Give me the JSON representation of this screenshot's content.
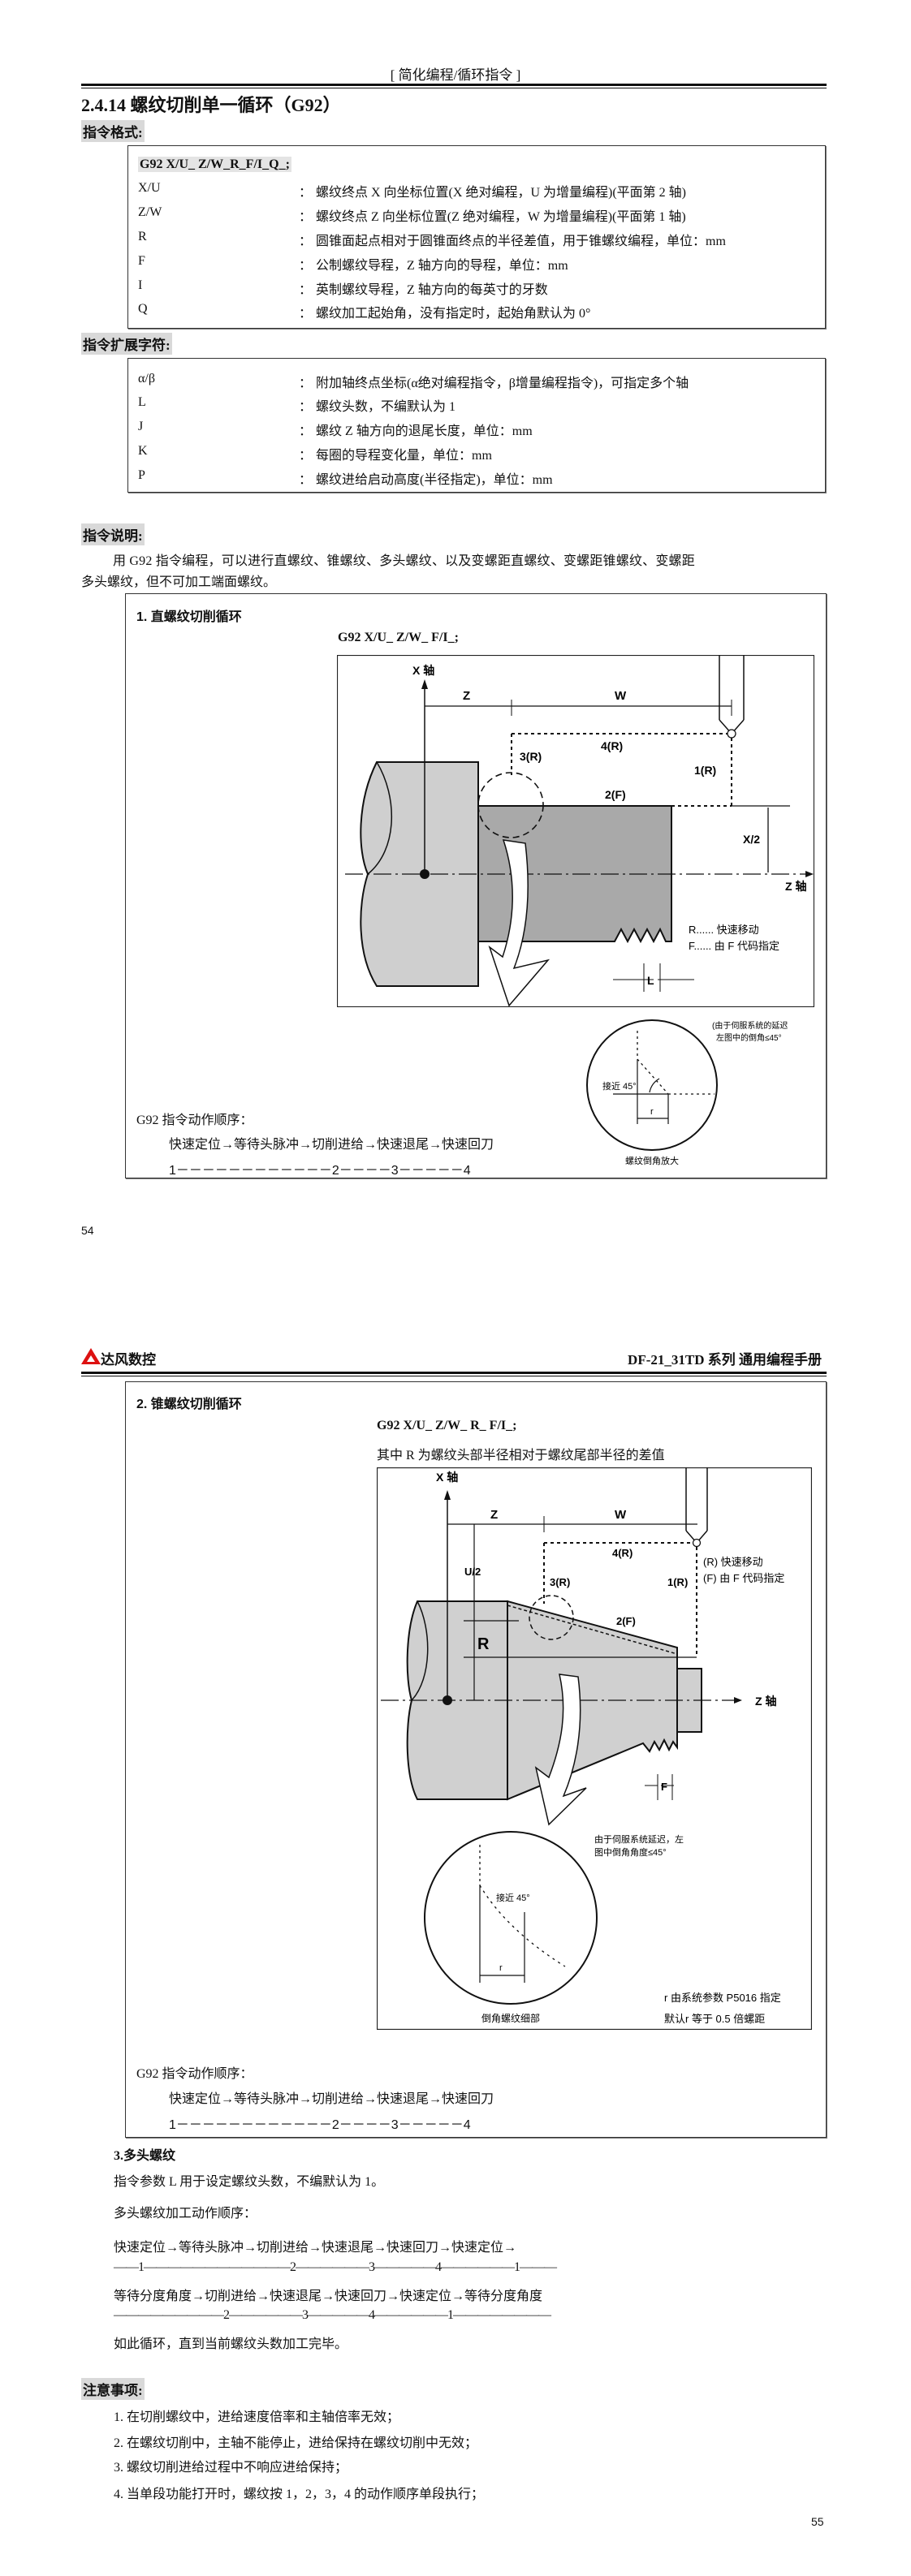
{
  "page1": {
    "header": "[ 简化编程/循环指令 ]",
    "title": "2.4.14 螺纹切削单一循环（G92）",
    "format_label": "指令格式:",
    "format": {
      "command": "G92   X/U_ Z/W_R_F/I_Q_;",
      "rows": [
        {
          "key": "X/U",
          "desc": "螺纹终点 X 向坐标位置(X 绝对编程，U 为增量编程)(平面第 2 轴)"
        },
        {
          "key": "Z/W",
          "desc": "螺纹终点 Z 向坐标位置(Z 绝对编程，W 为增量编程)(平面第 1 轴)"
        },
        {
          "key": "R",
          "desc": "圆锥面起点相对于圆锥面终点的半径差值，用于锥螺纹编程，单位：mm"
        },
        {
          "key": "F",
          "desc": "公制螺纹导程，Z 轴方向的导程，单位：mm"
        },
        {
          "key": "I",
          "desc": "英制螺纹导程，Z 轴方向的每英寸的牙数"
        },
        {
          "key": "Q",
          "desc": "螺纹加工起始角，没有指定时，起始角默认为 0°"
        }
      ]
    },
    "ext_label": "指令扩展字符:",
    "ext": {
      "rows": [
        {
          "key": "α/β",
          "desc": "附加轴终点坐标(α绝对编程指令，β增量编程指令)，可指定多个轴"
        },
        {
          "key": "L",
          "desc": "螺纹头数，不编默认为 1"
        },
        {
          "key": "J",
          "desc": "螺纹 Z 轴方向的退尾长度，单位：mm"
        },
        {
          "key": "K",
          "desc": "每圈的导程变化量，单位：mm"
        },
        {
          "key": "P",
          "desc": "螺纹进给启动高度(半径指定)，单位：mm"
        }
      ]
    },
    "colon": "：",
    "desc_label": "指令说明:",
    "desc_line1": "用 G92 指令编程，可以进行直螺纹、锥螺纹、多头螺纹、以及变螺距直螺纹、变螺距锥螺纹、变螺距",
    "desc_line2": "多头螺纹，但不可加工端面螺纹。",
    "section1": {
      "heading": "1.  直螺纹切削循环",
      "formula": "G92 X/U_ Z/W_ F/I_;",
      "diagram": {
        "x_axis": "X 轴",
        "z_axis": "Z 轴",
        "z": "Z",
        "w": "W",
        "p1": "1(R)",
        "p2": "2(F)",
        "p3": "3(R)",
        "p4": "4(R)",
        "x2": "X/2",
        "lead": "L",
        "legend_r": "R...... 快速移动",
        "legend_f": "F...... 由 F 代码指定"
      },
      "detail": {
        "note1": "(由于伺服系统的延迟",
        "note2": "左图中的倒角≤45°",
        "angle": "接近 45°",
        "r": "r",
        "caption": "螺纹倒角放大"
      },
      "seq_title": "G92 指令动作顺序：",
      "seq": "快速定位→等待头脉冲→切削进给→快速退尾→快速回刀",
      "seq_nums": "1－－－－－－－－－－－－2－－－－3－－－－－4"
    },
    "page_number": "54"
  },
  "page2": {
    "logo": "达风数控",
    "manual_title": "DF-21_31TD 系列  通用编程手册",
    "section2": {
      "heading": "2.  锥螺纹切削循环",
      "formula": "G92 X/U_ Z/W_ R_ F/I_;",
      "note": "其中  R  为螺纹头部半径相对于螺纹尾部半径的差值",
      "diagram": {
        "x_axis": "X 轴",
        "z_axis": "Z 轴",
        "z": "Z",
        "w": "W",
        "u2": "U/2",
        "r": "R",
        "p1": "1(R)",
        "p2": "2(F)",
        "p3": "3(R)",
        "p4": "4(R)",
        "lead": "F",
        "legend_r": "(R) 快速移动",
        "legend_f": "(F) 由 F 代码指定",
        "note1": "由于伺服系统延迟，左",
        "note2": "图中倒角角度≤45°",
        "angle": "接近 45°",
        "r_small": "r",
        "caption": "倒角螺纹细部",
        "param1": "r 由系统参数  P5016 指定",
        "param2": "默认r 等于  0.5 倍螺距"
      },
      "seq_title": "G92 指令动作顺序：",
      "seq": "快速定位→等待头脉冲→切削进给→快速退尾→快速回刀",
      "seq_nums": "1－－－－－－－－－－－－2－－－－3－－－－－4"
    },
    "multi": {
      "heading": "3.多头螺纹",
      "line1": "指令参数 L 用于设定螺纹头数，不编默认为 1。",
      "line2": "多头螺纹加工动作顺序：",
      "seq1": "快速定位→等待头脉冲→切削进给→快速退尾→快速回刀→快速定位→",
      "nums1": "——1————————————2——————3—————4——————1———",
      "seq2": "等待分度角度→切削进给→快速退尾→快速回刀→快速定位→等待分度角度",
      "nums2": "—————————2——————3—————4——————1————————",
      "end": "如此循环，直到当前螺纹头数加工完毕。"
    },
    "notes_label": "注意事项:",
    "notes": [
      "1.  在切削螺纹中，进给速度倍率和主轴倍率无效；",
      "2.  在螺纹切削中，主轴不能停止，进给保持在螺纹切削中无效；",
      "3.  螺纹切削进给过程中不响应进给保持；",
      "4.  当单段功能打开时，螺纹按  1，2，3，4 的动作顺序单段执行；"
    ],
    "page_number": "55"
  }
}
